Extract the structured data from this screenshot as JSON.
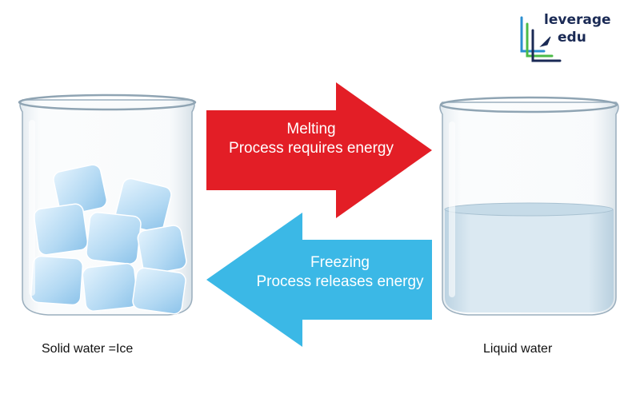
{
  "melting": {
    "title": "Melting",
    "subtitle": "Process requires energy"
  },
  "freezing": {
    "title": "Freezing",
    "subtitle": "Process releases energy"
  },
  "labels": {
    "solid": "Solid water =Ice",
    "liquid": "Liquid water"
  },
  "logo": {
    "line1": "leverage",
    "line2": "edu"
  },
  "colors": {
    "melt_arrow": "#e31e26",
    "freeze_arrow": "#3bb8e6",
    "water": "#cfe3ee",
    "ice": "#b9dcf3",
    "glass_rim": "#8fa4b3",
    "logo_text": "#1a2a55",
    "logo_green": "#4cbb47",
    "logo_blue": "#2b8fd0"
  }
}
